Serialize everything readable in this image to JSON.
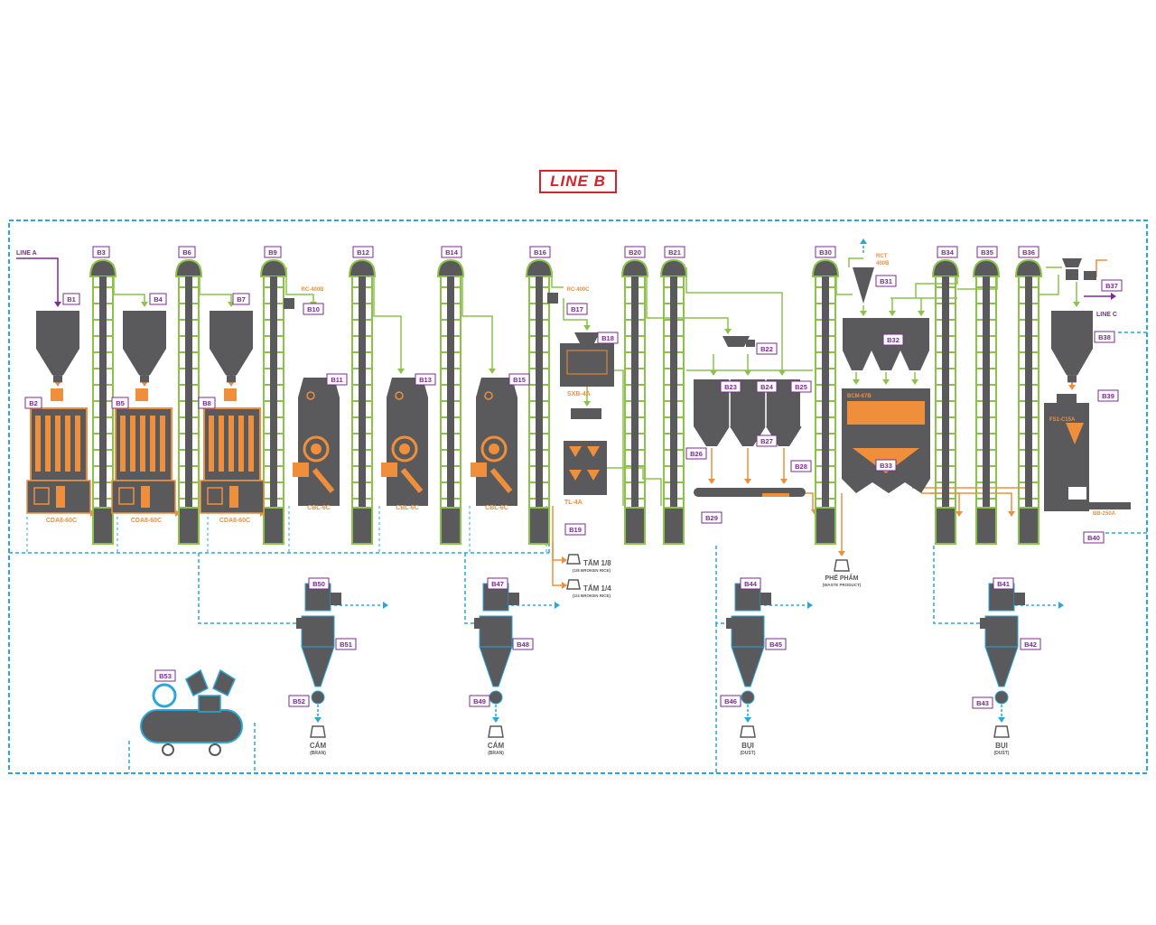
{
  "title": "LINE B",
  "colors": {
    "machine": "#5a5a5c",
    "accent": "#ef8f3c",
    "green": "#8bc34a",
    "purple": "#7b2c91",
    "blue": "#2aa7d8",
    "red": "#d6242a"
  },
  "labels": {
    "line_a": "LINE A",
    "line_c": "LINE C",
    "cda_60c": "CDA8-60C",
    "cbl_6c": "CBL-6C",
    "rc_400b": "RC-400B",
    "rc_400c": "RC-400C",
    "sxb": "SXB-4A",
    "tl": "TL-4A",
    "rct": "RCT",
    "rct_model": "400B",
    "bcm": "BCM-67B",
    "fs": "FS1-C15A",
    "fs_belt": "BB-250A"
  },
  "tags": [
    "B1",
    "B2",
    "B3",
    "B4",
    "B5",
    "B6",
    "B7",
    "B8",
    "B9",
    "B10",
    "B11",
    "B12",
    "B13",
    "B14",
    "B15",
    "B16",
    "B17",
    "B18",
    "B19",
    "B20",
    "B21",
    "B22",
    "B23",
    "B24",
    "B25",
    "B26",
    "B27",
    "B28",
    "B29",
    "B30",
    "B31",
    "B32",
    "B33",
    "B34",
    "B35",
    "B36",
    "B37",
    "B38",
    "B39",
    "B40",
    "B41",
    "B42",
    "B43",
    "B44",
    "B45",
    "B46",
    "B47",
    "B48",
    "B49",
    "B50",
    "B51",
    "B52",
    "B53"
  ],
  "outputs": {
    "tam18": "TẤM 1/8",
    "tam18_en": "(1/8 BROKEN RICE)",
    "tam14": "TẤM 1/4",
    "tam14_en": "(1/4 BROKEN RICE)",
    "waste": "PHẾ PHẨM",
    "waste_en": "(WASTE PRODUCT)",
    "cam": "CÁM",
    "cam_en": "(BRAN)",
    "bui": "BỤI",
    "bui_en": "(DUST)"
  }
}
